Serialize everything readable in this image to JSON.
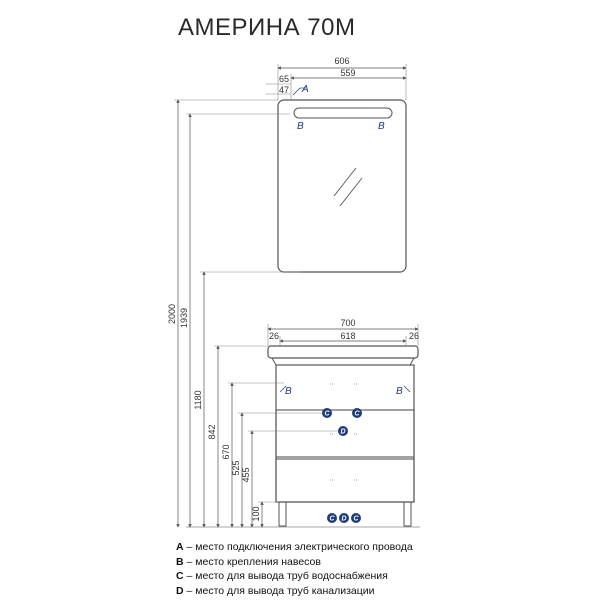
{
  "title": "АМЕРИНА 70М",
  "mirror": {
    "width_outer": "606",
    "width_inner": "559",
    "offset_top": "65",
    "offset_small": "47"
  },
  "vanity": {
    "width_outer": "700",
    "width_inner": "618",
    "side_left": "26",
    "side_right": "26"
  },
  "vertical_dims": [
    "2000",
    "1939",
    "1180",
    "842",
    "670",
    "525",
    "455",
    "100"
  ],
  "markers": {
    "a": "A",
    "b": "B",
    "c": "C",
    "d": "D"
  },
  "legend": [
    {
      "key": "A",
      "text": " – место подключения электрического провода"
    },
    {
      "key": "B",
      "text": " – место крепления навесов"
    },
    {
      "key": "C",
      "text": " – место для вывода труб водоснабжения"
    },
    {
      "key": "D",
      "text": " – место для вывода труб канализации"
    }
  ],
  "colors": {
    "line": "#555555",
    "marker": "#1f3c7a",
    "text": "#333333"
  }
}
